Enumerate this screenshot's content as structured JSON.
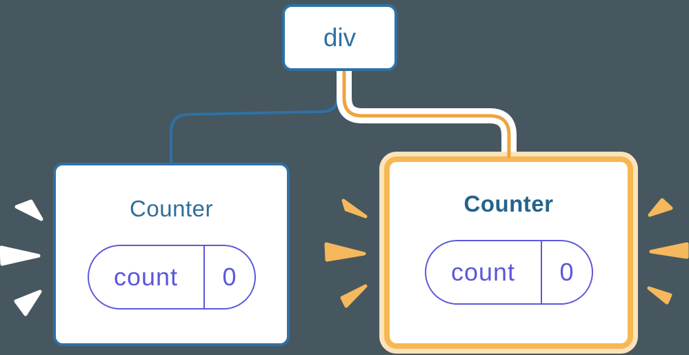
{
  "diagram": {
    "root": {
      "label": "div"
    },
    "children": [
      {
        "title": "Counter",
        "state_key": "count",
        "state_value": "0",
        "highlighted": false
      },
      {
        "title": "Counter",
        "state_key": "count",
        "state_value": "0",
        "highlighted": true
      }
    ]
  },
  "colors": {
    "background": "#47575F",
    "node_blue": "#2E71A5",
    "title_blue": "#2F6E9A",
    "title_blue_bold": "#25638A",
    "state_purple": "#5B57DB",
    "edge_orange": "#EFA43F",
    "highlight_border_orange": "#F6B852",
    "highlight_halo_orange": "#FBE3BC",
    "spark_white": "#FFFFFF",
    "spark_orange": "#F6B85C"
  }
}
